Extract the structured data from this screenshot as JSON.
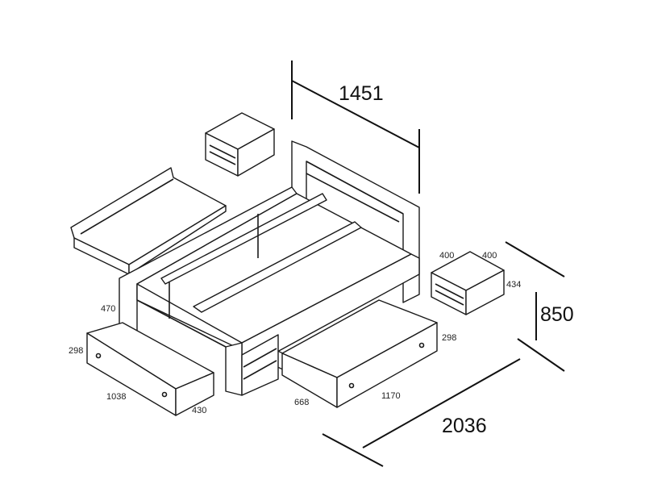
{
  "dimensions": {
    "overall_width": "1451",
    "overall_height": "850",
    "overall_length": "2036",
    "nightstand_width": "400",
    "nightstand_depth": "400",
    "nightstand_height": "434",
    "bed_side_height": "470",
    "left_drawer_height": "298",
    "left_drawer_length": "1038",
    "left_drawer_depth": "430",
    "right_drawer_height": "298",
    "right_drawer_depth": "668",
    "right_drawer_length": "1170"
  }
}
